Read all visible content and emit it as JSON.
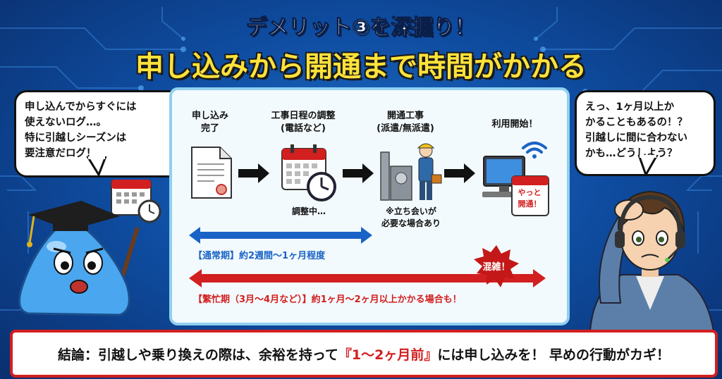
{
  "header": {
    "title": "デメリット③を深掘り！",
    "subtitle": "申し込みから開通まで時間がかかる"
  },
  "left_bubble": {
    "lines": [
      "申し込んでからすぐには",
      "使えないログ…。",
      "特に引越しシーズンは",
      "要注意だログ！"
    ]
  },
  "right_bubble": {
    "lines": [
      "えっ、1ヶ月以上か",
      "かることもあるの！？",
      "引越しに間に合わない",
      "かも…どうしよう？"
    ]
  },
  "steps": [
    {
      "line1": "申し込み",
      "line2": "完了"
    },
    {
      "line1": "工事日程の調整",
      "line2": "(電話など)"
    },
    {
      "line1": "開通工事",
      "line2": "(派遣/無派遣)"
    },
    {
      "line1": "利用開始！",
      "line2": ""
    }
  ],
  "step_notes": {
    "adjusting": "調整中…",
    "witness_line1": "※立ち会いが",
    "witness_line2": "必要な場合あり"
  },
  "calendar_label_line1": "やっと",
  "calendar_label_line2": "開通！",
  "normal_period": "【通常期】約2週間〜1ヶ月程度",
  "busy_period": "【繁忙期（3月〜4月など）】約1ヶ月〜2ヶ月以上かかる場合も！",
  "busy_badge": "混雑！",
  "conclusion": {
    "prefix": "結論：引越しや乗り換えの際は、余裕を持って",
    "highlight": "『1〜2ヶ月前』",
    "suffix": "には申し込みを！ 早めの行動がカギ！"
  },
  "colors": {
    "background": "#0f4ea3",
    "title_yellow": "#ffe23a",
    "normal_arrow": "#1a63c6",
    "busy_arrow": "#d21f1f",
    "panel_border": "#8fd0f0"
  },
  "icons": [
    "document-icon",
    "calendar-clock-icon",
    "worker-icon",
    "computer-wifi-icon",
    "slime-mascot",
    "worried-boy"
  ]
}
